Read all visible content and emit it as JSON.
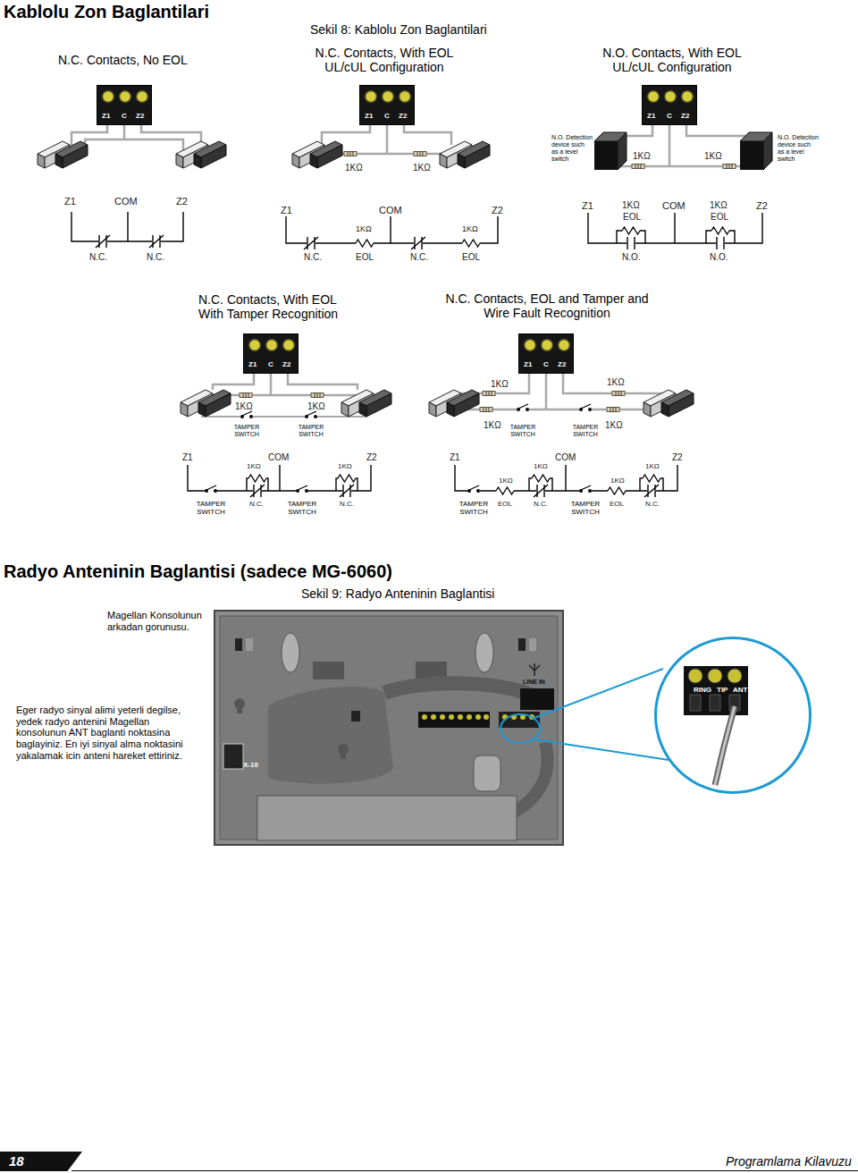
{
  "diagram": {
    "title": "Kablolu Zon Baglantilari",
    "nodes": [
      {
        "text": [
          "Z1",
          "C",
          "Z2"
        ]
      },
      {
        "text": [
          "Z1",
          "C",
          "Z2"
        ]
      },
      {
        "text": [
          "Z1",
          "C",
          "Z2"
        ]
      },
      {
        "text": [
          "Z1",
          "C",
          "Z2"
        ]
      },
      {
        "text": [
          "Z1",
          "C",
          "Z2"
        ]
      },
      {
        "text": [
          "LINE IN",
          "X-10"
        ]
      },
      {
        "text": [
          "RING",
          "TIP",
          "ANT"
        ]
      },
      {
        "text": [
          "18"
        ]
      }
    ],
    "labels": [
      "Sekil 8: Kablolu Zon Baglantilari",
      "N.C. Contacts, No EOL",
      "N.C. Contacts, With EOL UL/cUL Configuration",
      "N.O. Contacts, With EOL UL/cUL Configuration",
      "1KΩ",
      "1KΩ",
      "N.O. Detection device such as a level switch",
      "N.O. Detection device such as a level switch",
      "1KΩ",
      "1KΩ",
      "Z1",
      "COM",
      "Z2",
      "N.C.",
      "N.C.",
      "Z1",
      "COM",
      "Z2",
      "1KΩ",
      "1KΩ",
      "N.C.",
      "EOL",
      "N.C.",
      "EOL",
      "Z1",
      "1KΩ",
      "EOL",
      "COM",
      "1KΩ",
      "EOL",
      "Z2",
      "N.O.",
      "N.O.",
      "N.C. Contacts, With EOL With Tamper Recognition",
      "N.C. Contacts, EOL and Tamper and Wire Fault Recognition",
      "1KΩ",
      "1KΩ",
      "TAMPER SWITCH",
      "TAMPER SWITCH",
      "1KΩ",
      "1KΩ",
      "1KΩ",
      "TAMPER SWITCH",
      "TAMPER SWITCH",
      "1KΩ",
      "Z1",
      "COM",
      "Z2",
      "1KΩ",
      "1KΩ",
      "TAMPER SWITCH",
      "N.C.",
      "TAMPER SWITCH",
      "N.C.",
      "Z1",
      "COM",
      "Z2",
      "1KΩ",
      "1KΩ",
      "1KΩ",
      "1KΩ",
      "TAMPER SWITCH",
      "EOL",
      "N.C.",
      "TAMPER SWITCH",
      "EOL",
      "N.C.",
      "Radyo Anteninin Baglantisi (sadece MG-6060)",
      "Sekil 9: Radyo Anteninin Baglantisi",
      "Magellan Konsolunun arkadan gorunusu.",
      "Eger radyo sinyal alimi yeterli degilse, yedek radyo antenini Magellan konsolunun ANT baglanti noktasina baglayiniz. En iyi sinyal alma noktasini yakalamak icin anteni hareket ettiriniz.",
      "Programlama Kilavuzu"
    ]
  }
}
